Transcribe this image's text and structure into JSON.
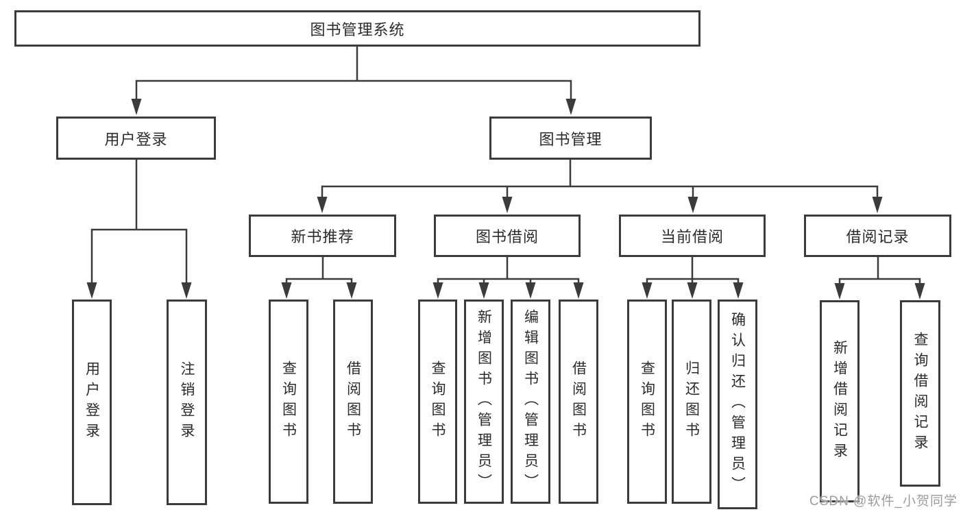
{
  "colors": {
    "line": "#3b3b3b",
    "text": "#2b2b2b",
    "watermark": "#9c9c9c",
    "background": "#ffffff"
  },
  "watermark": "CSDN @软件_小贺同学",
  "tree": {
    "root": "图书管理系统",
    "branches": [
      {
        "label": "用户登录",
        "children": [
          "用户登录",
          "注销登录"
        ]
      },
      {
        "label": "图书管理",
        "groups": [
          {
            "label": "新书推荐",
            "children": [
              "查询图书",
              "借阅图书"
            ]
          },
          {
            "label": "图书借阅",
            "children": [
              "查询图书",
              "新增图书（管理员）",
              "编辑图书（管理员）",
              "借阅图书"
            ]
          },
          {
            "label": "当前借阅",
            "children": [
              "查询图书",
              "归还图书",
              "确认归还（管理员）"
            ]
          },
          {
            "label": "借阅记录",
            "children": [
              "新增借阅记录",
              "查询借阅记录"
            ]
          }
        ]
      }
    ]
  }
}
